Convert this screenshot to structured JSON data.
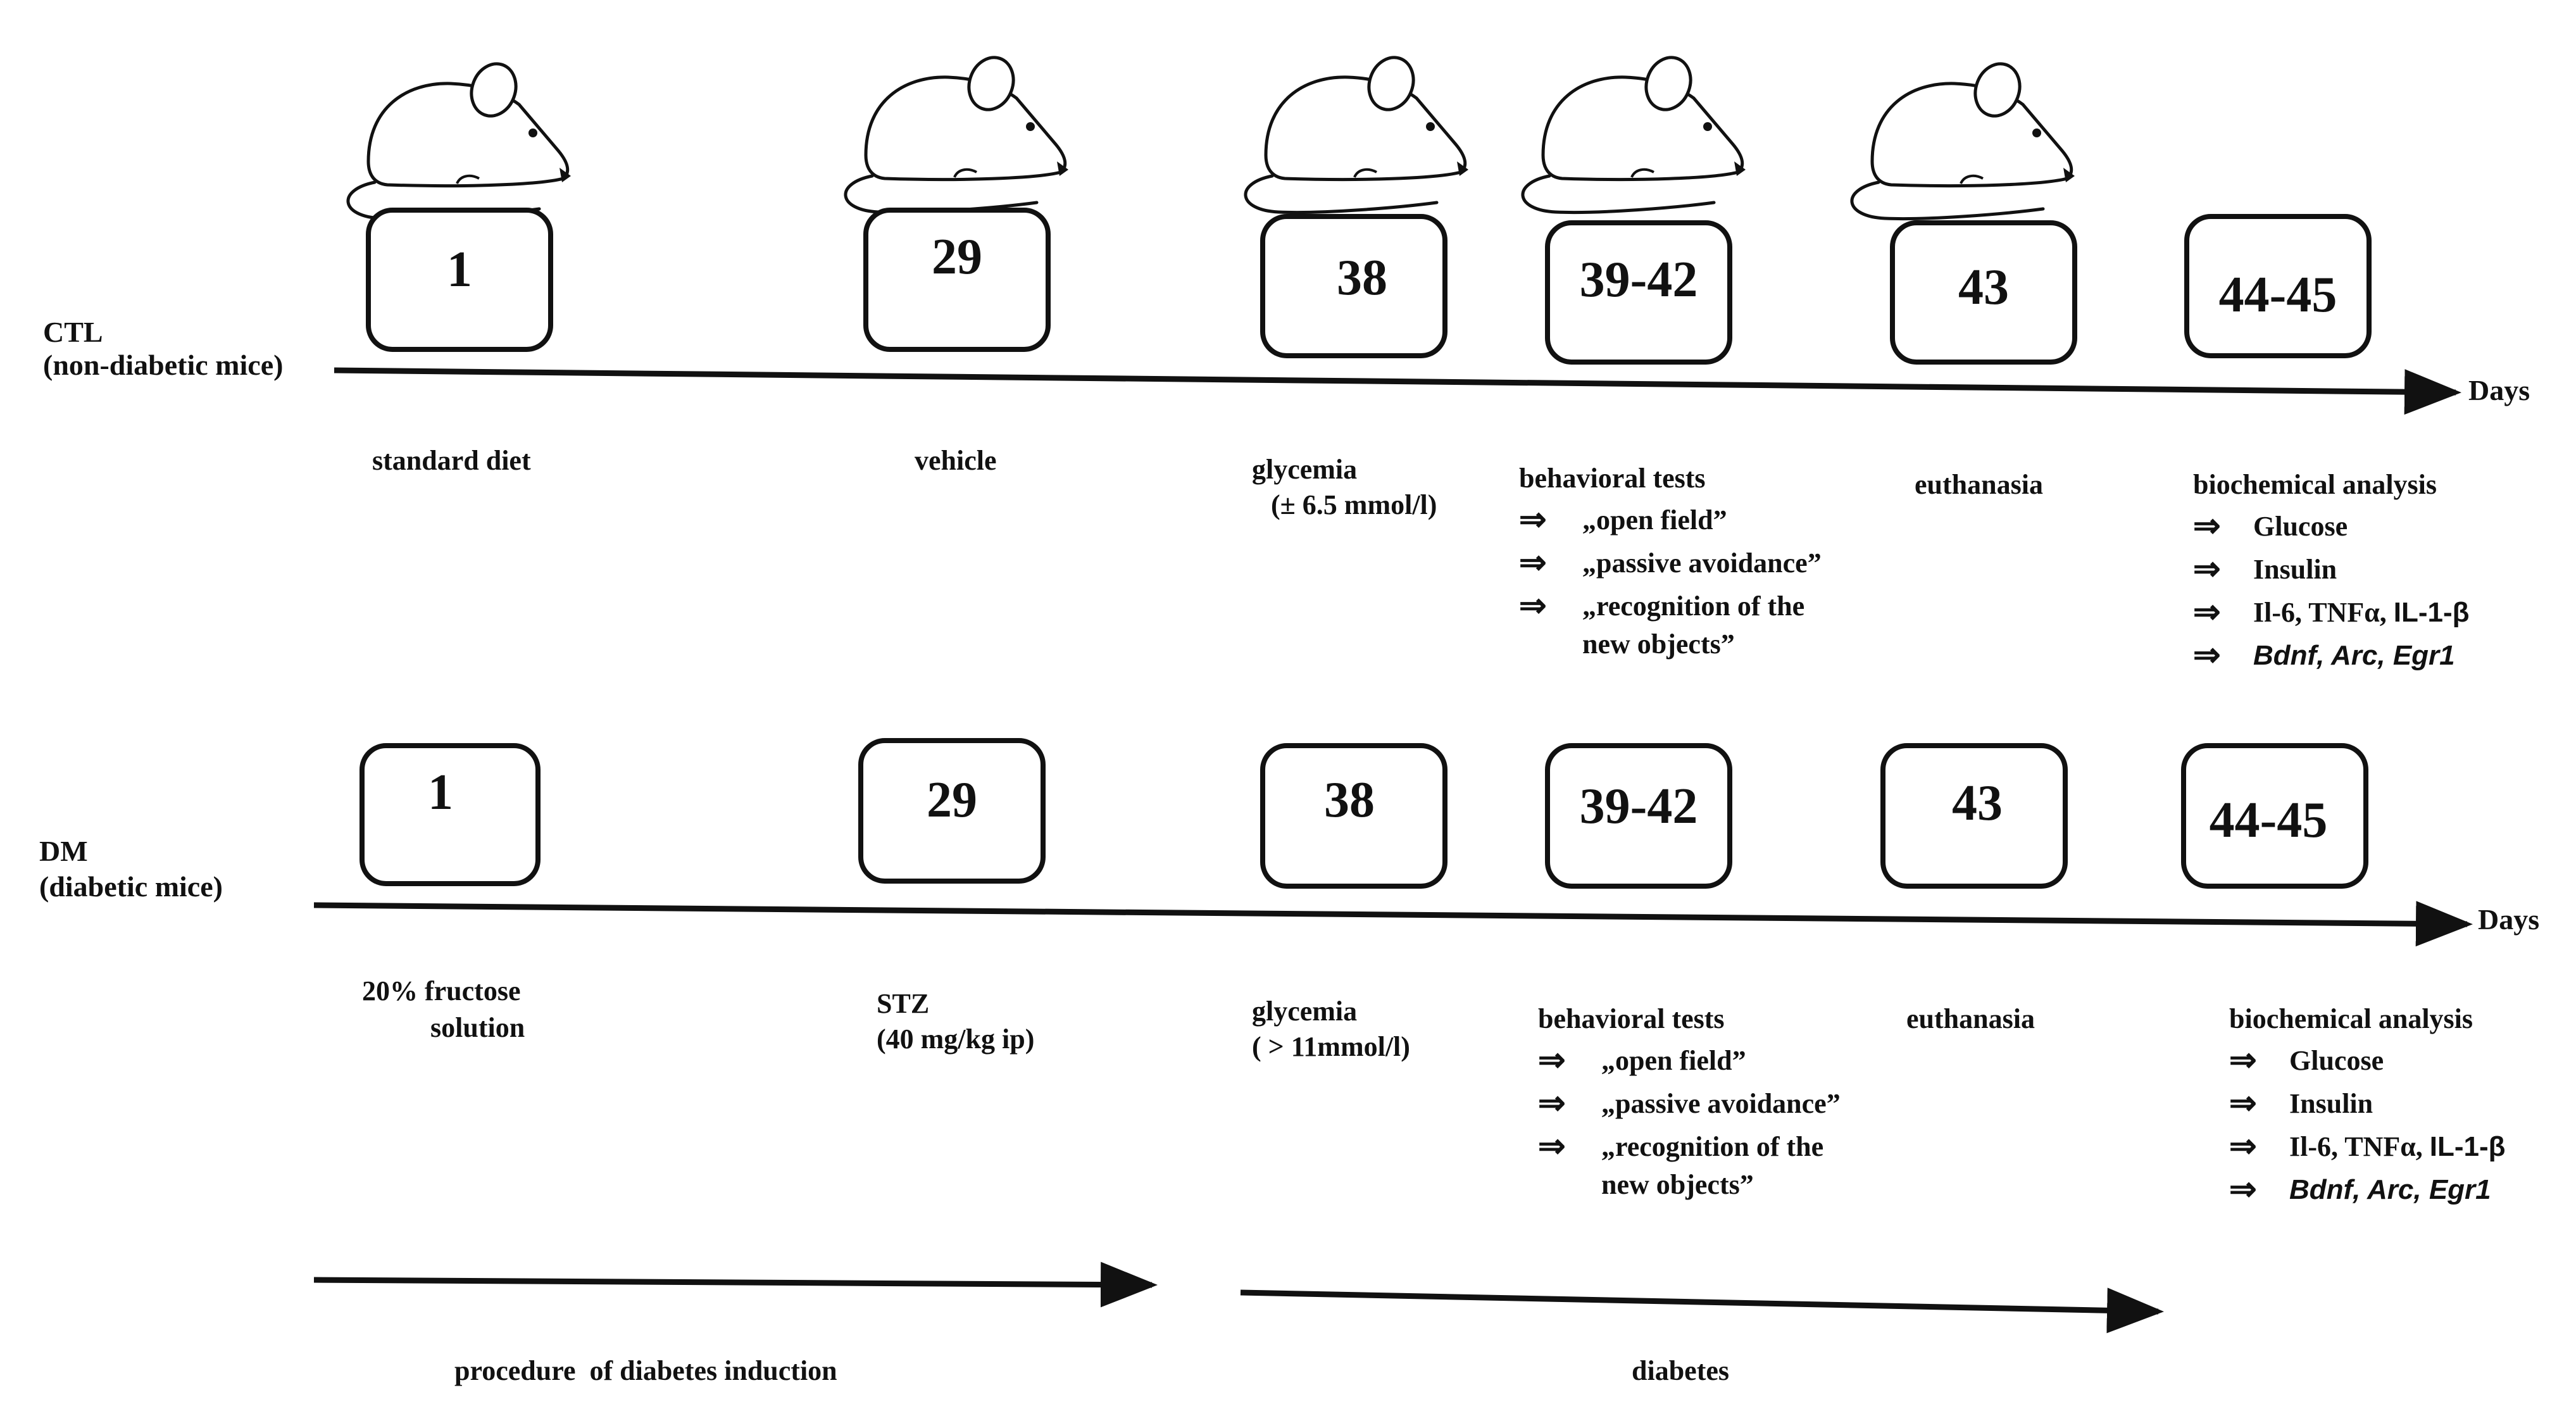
{
  "axis_label": "Days",
  "rows": [
    {
      "id": "ctl",
      "label_line1": "CTL",
      "label_line2": "(non-diabetic mice)",
      "days": [
        "1",
        "29",
        "38",
        "39-42",
        "43",
        "44-45"
      ],
      "treatment_1": "standard diet",
      "treatment_2": "vehicle",
      "glycemia_title": "glycemia",
      "glycemia_value": "(± 6.5 mmol/l)",
      "behavioral_title": "behavioral tests",
      "behavioral_items": [
        "„open field”",
        "„passive avoidance”",
        "„recognition of the",
        "new objects”"
      ],
      "euthanasia": "euthanasia",
      "biochem_title": "biochemical analysis",
      "biochem_items": [
        "Glucose",
        "Insulin"
      ],
      "biochem_cytokines_a": "Il-6, TNFα, ",
      "biochem_cytokines_b": "IL-1-β",
      "biochem_genes": "Bdnf, Arc, Egr1"
    },
    {
      "id": "dm",
      "label_line1": "DM",
      "label_line2": "(diabetic mice)",
      "days": [
        "1",
        "29",
        "38",
        "39-42",
        "43",
        "44-45"
      ],
      "treatment_1_line1": "20% fructose",
      "treatment_1_line2": "solution",
      "treatment_2_line1": "STZ",
      "treatment_2_line2": "(40 mg/kg ip)",
      "glycemia_title": "glycemia",
      "glycemia_value": "( > 11mmol/l)",
      "behavioral_title": "behavioral tests",
      "behavioral_items": [
        "„open field”",
        "„passive avoidance”",
        "„recognition of the",
        "new objects”"
      ],
      "euthanasia": "euthanasia",
      "biochem_title": "biochemical analysis",
      "biochem_items": [
        "Glucose",
        "Insulin"
      ],
      "biochem_cytokines_a": "Il-6, TNFα, ",
      "biochem_cytokines_b": "IL-1-β",
      "biochem_genes": "Bdnf, Arc, Egr1"
    }
  ],
  "phases": {
    "induction": "procedure  of diabetes induction",
    "diabetes": "diabetes"
  },
  "arrow_glyph": "⇒",
  "icons": [
    "mouse-icon"
  ],
  "colors": {
    "ink": "#111111",
    "background": "#ffffff"
  }
}
